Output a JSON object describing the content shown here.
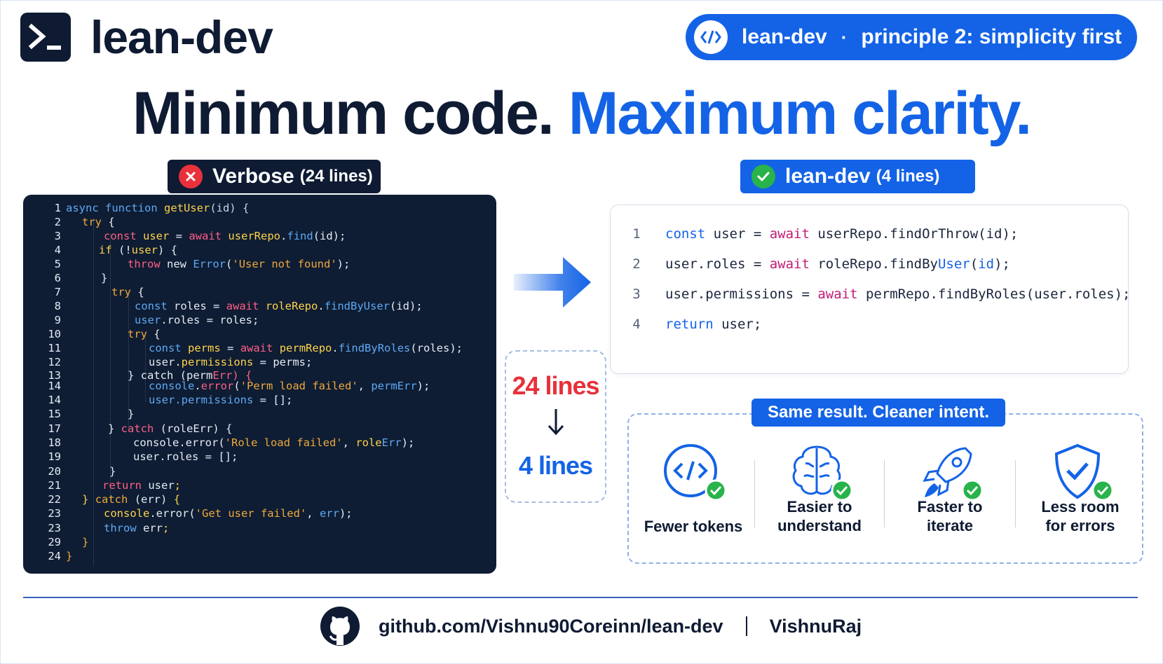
{
  "brand": {
    "name": "lean-dev",
    "icon": "terminal-prompt-icon"
  },
  "pill": {
    "name": "lean-dev",
    "separator": "·",
    "principle": "principle 2: simplicity first",
    "icon": "code-brackets-icon"
  },
  "headline": {
    "part1": "Minimum code.",
    "part2": "Maximum clarity."
  },
  "verbose": {
    "label": "Verbose",
    "count": "(24 lines)",
    "icon": "x-circle-icon",
    "line_numbers": [
      "1",
      "2",
      "3",
      "4",
      "5",
      "6",
      "7",
      "8",
      "9",
      "10",
      "11",
      "12",
      "13",
      "14",
      "14",
      "15",
      "17",
      "18",
      "19",
      "20",
      "21",
      "22",
      "23",
      "23",
      "29",
      "24"
    ]
  },
  "lean": {
    "label": "lean-dev",
    "count": "(4 lines)",
    "icon": "check-circle-icon",
    "line_numbers": [
      "1",
      "2",
      "3",
      "4"
    ]
  },
  "compare": {
    "from": "24 lines",
    "to": "4 lines",
    "arrow": "↓"
  },
  "benefits": {
    "title": "Same result. Cleaner intent.",
    "items": [
      {
        "line1": "Fewer tokens",
        "line2": "",
        "icon": "code-icon"
      },
      {
        "line1": "Easier to",
        "line2": "understand",
        "icon": "brain-icon"
      },
      {
        "line1": "Faster to",
        "line2": "iterate",
        "icon": "rocket-icon"
      },
      {
        "line1": "Less room",
        "line2": "for errors",
        "icon": "shield-check-icon"
      }
    ]
  },
  "footer": {
    "url": "github.com/Vishnu90Coreinn/lean-dev",
    "separator": "|",
    "author": "VishnuRaj",
    "icon": "github-icon"
  },
  "colors": {
    "navy": "#0f1b33",
    "blue": "#1463e6",
    "red": "#e8313a",
    "green": "#28b34b"
  }
}
